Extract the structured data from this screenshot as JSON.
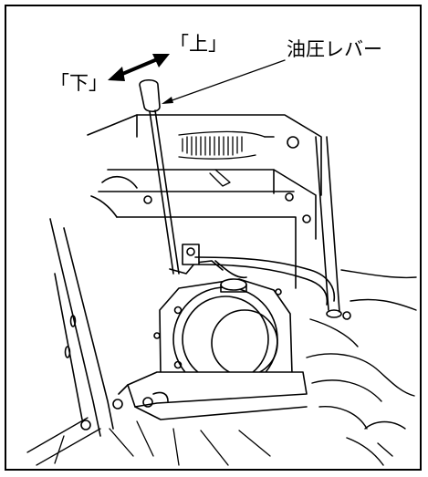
{
  "labels": {
    "up": "「上」",
    "down": "「下」",
    "lever": "油圧レバー"
  }
}
